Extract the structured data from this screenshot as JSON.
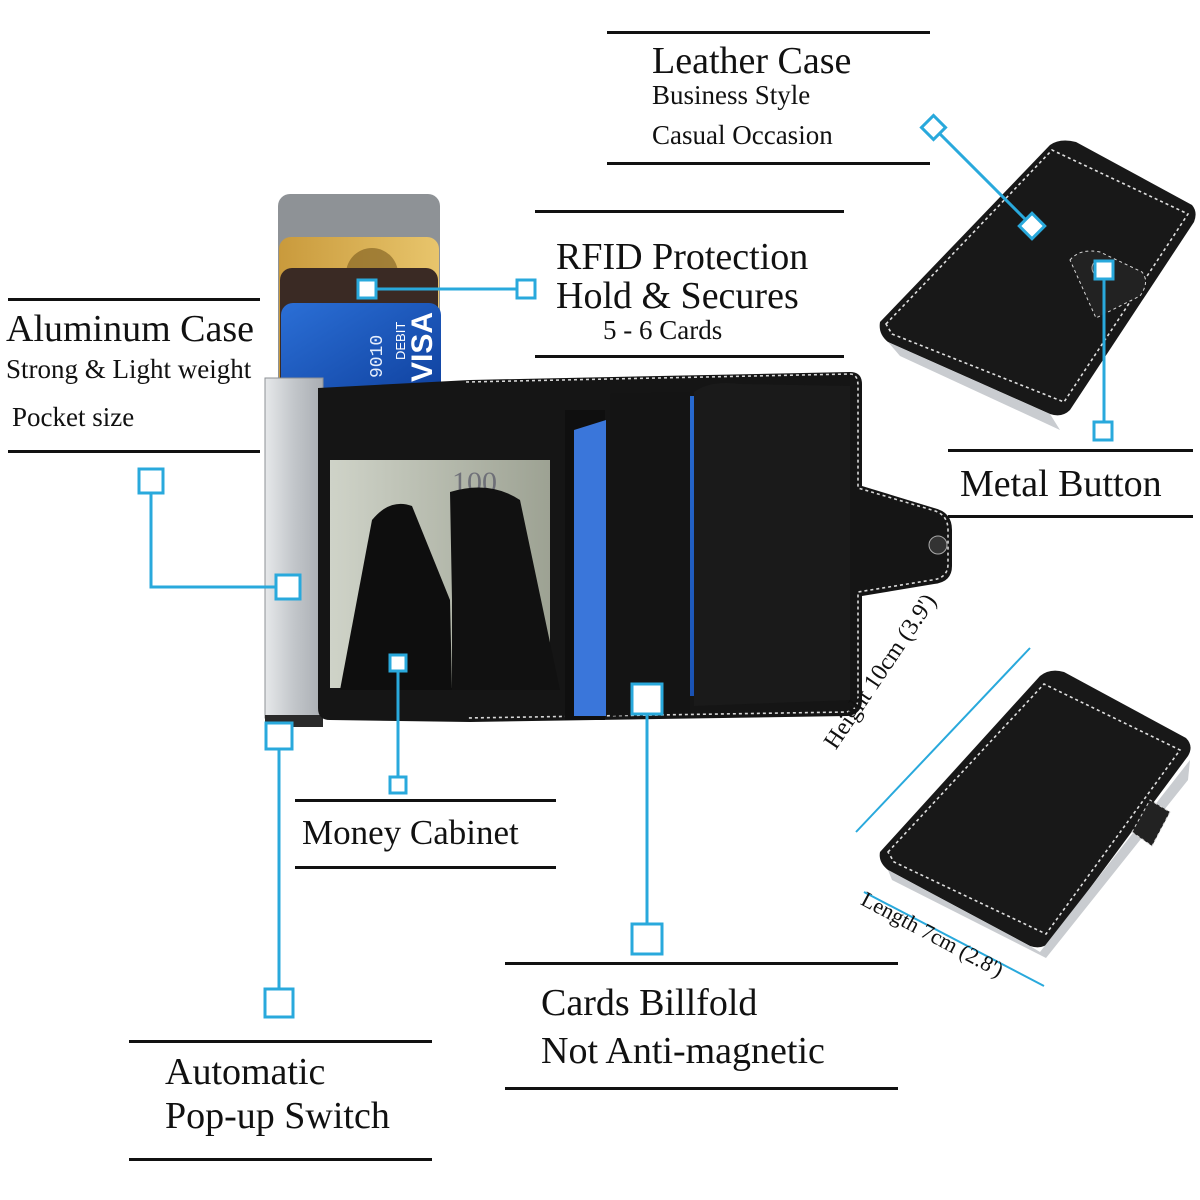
{
  "colors": {
    "callout": "#29a9dc",
    "leather": "#1c1c1c",
    "stitch": "#cfcfcf",
    "aluminum": "#c9ccd0",
    "rule": "#111111"
  },
  "labels": {
    "leather": {
      "title": "Leather Case",
      "line1": "Business Style",
      "line2": "Casual Occasion"
    },
    "rfid": {
      "line1": "RFID Protection",
      "line2": "Hold & Secures",
      "line3": "5 - 6 Cards"
    },
    "aluminum": {
      "title": "Aluminum Case",
      "line1": "Strong & Light weight",
      "line2": "Pocket size"
    },
    "metal_button": "Metal Button",
    "money_cabinet": "Money Cabinet",
    "cards_billfold": {
      "line1": "Cards Billfold",
      "line2": "Not Anti-magnetic"
    },
    "popup": {
      "line1": "Automatic",
      "line2": "Pop-up Switch"
    },
    "height_dim": "Height  10cm (3.9')",
    "length_dim": "Length 7cm (2.8')"
  },
  "card_text": {
    "debit": "DEBIT",
    "visa": "VISA",
    "number": "9010"
  },
  "icons": [
    "callout-marker-icon",
    "wallet-image",
    "card-stack-image"
  ]
}
